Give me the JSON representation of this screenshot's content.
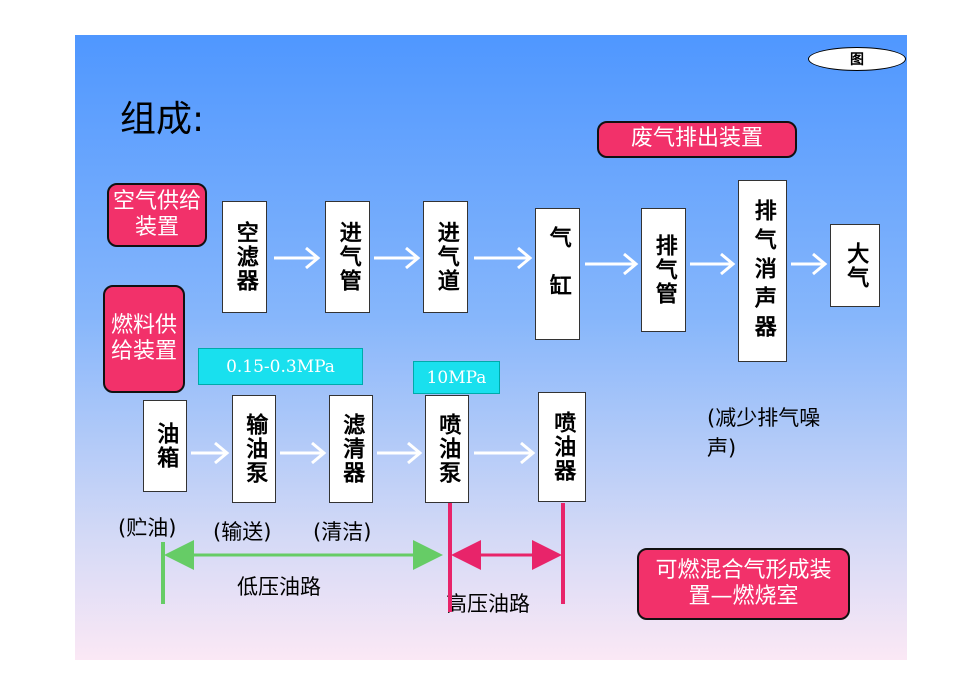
{
  "badge": "图",
  "title": "组成:",
  "exhaust_system_label": "废气排出装置",
  "air_supply_label": "空气供给装置",
  "fuel_supply_label": "燃料供给装置",
  "combustion_label": "可燃混合气形成装置—燃烧室",
  "air_path": [
    {
      "id": "air-filter",
      "text": "空滤器"
    },
    {
      "id": "intake-pipe",
      "text": "进气管"
    },
    {
      "id": "intake-port",
      "text": "进气道"
    },
    {
      "id": "cylinder",
      "text": "气缸"
    },
    {
      "id": "exhaust-pipe",
      "text": "排气管"
    },
    {
      "id": "muffler",
      "text": "排气消声器"
    },
    {
      "id": "atmosphere",
      "text": "大气"
    }
  ],
  "fuel_path": [
    {
      "id": "fuel-tank",
      "text": "油箱",
      "caption": "(贮油)"
    },
    {
      "id": "feed-pump",
      "text": "输油泵",
      "caption": "(输送)"
    },
    {
      "id": "fuel-filter",
      "text": "滤清器",
      "caption": "(清洁)"
    },
    {
      "id": "injection-pump",
      "text": "喷油泵"
    },
    {
      "id": "injector",
      "text": "喷油器"
    }
  ],
  "low_pressure_value": "0.15-0.3MPa",
  "high_pressure_value": "10MPa",
  "muffler_note": "(减少排气噪声)",
  "low_pressure_line": "低压油路",
  "high_pressure_line": "高压油路",
  "colors": {
    "red": "#f2316a",
    "cyan": "#19e0ee",
    "green": "#66cc66",
    "pink": "#e8246a"
  }
}
